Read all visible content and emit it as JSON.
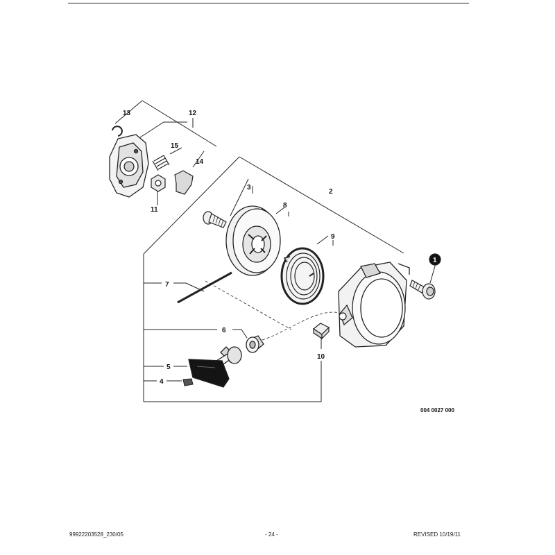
{
  "diagram": {
    "callouts": {
      "p1": "1",
      "p2": "2",
      "p3": "3",
      "p4": "4",
      "p5": "5",
      "p6": "6",
      "p7": "7",
      "p8": "8",
      "p9": "9",
      "p10": "10",
      "p11": "11",
      "p12": "12",
      "p13": "13",
      "p14": "14",
      "p15": "15"
    },
    "figure_code": "004 0027 000"
  },
  "footer": {
    "part_number": "99922203528_230/05",
    "page": "- 24 -",
    "revision": "REVISED 10/19/11"
  }
}
